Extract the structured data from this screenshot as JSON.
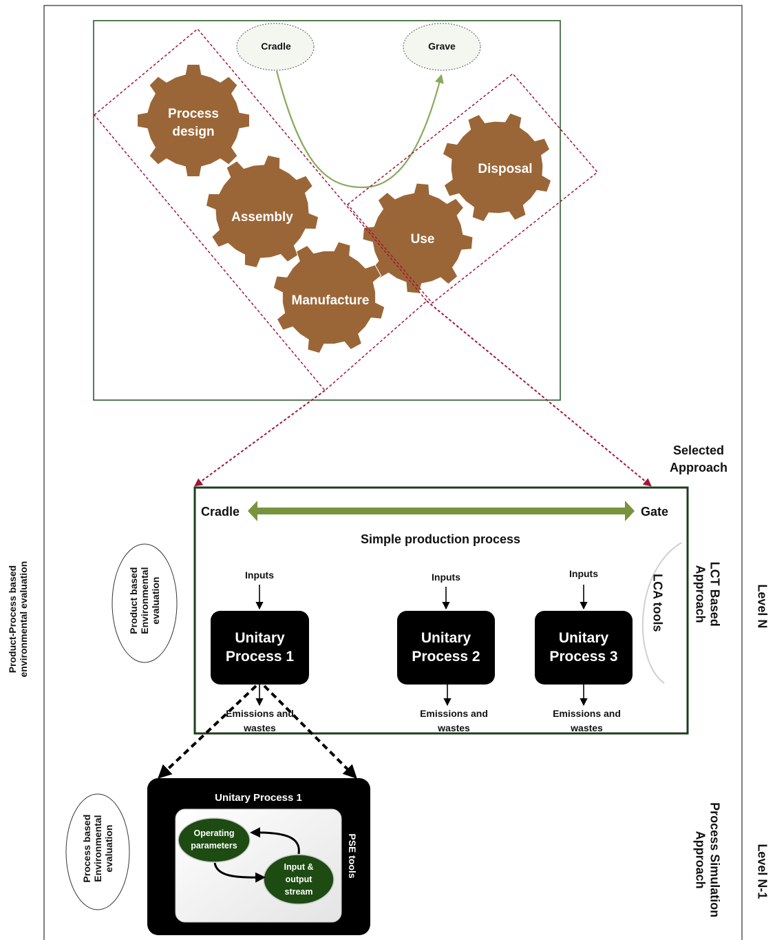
{
  "lifecycle": {
    "cradle_label": "Cradle",
    "grave_label": "Grave",
    "gears": {
      "process_design": "Process design",
      "assembly": "Assembly",
      "manufacture": "Manufacture",
      "use": "Use",
      "disposal": "Disposal"
    }
  },
  "selected_approach": "Selected Approach",
  "level_n": {
    "cradle_label": "Cradle",
    "gate_label": "Gate",
    "process_title": "Simple production process",
    "inputs_label": "Inputs",
    "outputs_label": "Emissions and wastes",
    "units": [
      {
        "line1": "Unitary",
        "line2": "Process 1"
      },
      {
        "line1": "Unitary",
        "line2": "Process 2"
      },
      {
        "line1": "Unitary",
        "line2": "Process 3"
      }
    ],
    "lca_tools": "LCA tools",
    "approach_line1": "LCT Based",
    "approach_line2": "Approach",
    "level_label": "Level N",
    "product_eval_line1": "Product based",
    "product_eval_line2": "Environmental",
    "product_eval_line3": "evaluation"
  },
  "level_n1": {
    "box_title": "Unitary Process 1",
    "operating_line1": "Operating",
    "operating_line2": "parameters",
    "stream_line1": "Input &",
    "stream_line2": "output",
    "stream_line3": "stream",
    "pse_tools": "PSE tools",
    "approach_line1": "Process Simulation",
    "approach_line2": "Approach",
    "level_label": "Level N-1",
    "process_eval_line1": "Process based",
    "process_eval_line2": "Environmental",
    "process_eval_line3": "evaluation"
  },
  "side_title_line1": "Product-Process based",
  "side_title_line2": "environmental evaluation",
  "colors": {
    "gear": "#9b6637",
    "frame_green": "#1f4e1f",
    "dashed_red": "#a3153a",
    "arrow_green": "#77933c",
    "curve_green": "#8aa95c",
    "dark_green_ellipse": "#1d4b12"
  }
}
